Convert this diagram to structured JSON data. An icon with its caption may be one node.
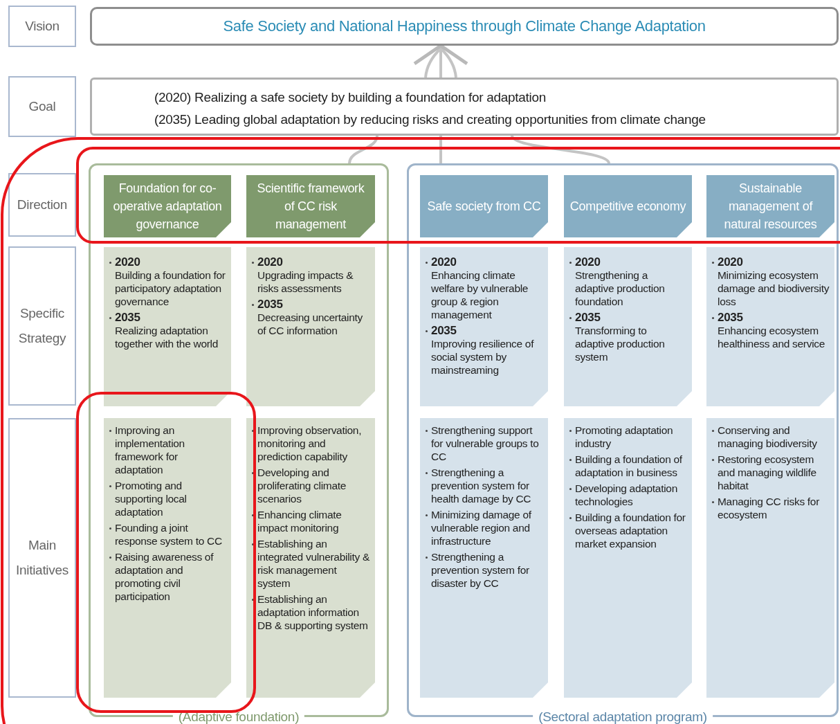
{
  "diagram": {
    "nodes": [
      {
        "text": [
          "Vision"
        ]
      },
      {
        "text": [
          "Safe Society and National Happiness through Climate Change Adaptation"
        ]
      },
      {
        "text": [
          "Goal"
        ]
      },
      {
        "text": [
          "(2020) Realizing a safe society by building a foundation for adaptation",
          "(2035) Leading global adaptation by reducing risks and creating opportunities from climate change"
        ]
      },
      {
        "text": [
          "Direction"
        ]
      },
      {
        "text": [
          "Specific Strategy"
        ]
      },
      {
        "text": [
          "Main Initiatives"
        ]
      },
      {
        "text": [
          "(Adaptive foundation)"
        ]
      },
      {
        "text": [
          "(Sectoral adaptation program)"
        ]
      },
      {
        "text": [
          "Foundation for co-operative adaptation governance"
        ],
        "in": 7
      },
      {
        "text": [
          "Scientific framework of CC risk management"
        ],
        "in": 7
      },
      {
        "text": [
          "2020",
          "Building a foundation for participatory adaptation governance",
          "2035",
          "Realizing adaptation together with the world"
        ],
        "in": 7
      },
      {
        "text": [
          "2020",
          "Upgrading impacts & risks assessments",
          "2035",
          "Decreasing uncertainty of CC information"
        ],
        "in": 7
      },
      {
        "text": [
          "Improving an implementation framework for adaptation",
          "Promoting and supporting local adaptation",
          "Founding a joint response system to CC",
          "Raising awareness of adaptation and promoting civil participation"
        ],
        "in": 7
      },
      {
        "text": [
          "Improving observation, monitoring and prediction capability",
          "Developing and proliferating climate scenarios",
          "Enhancing climate impact monitoring",
          "Establishing an integrated vulnerability & risk management system",
          "Establishing an adaptation information DB & supporting system"
        ],
        "in": 7
      },
      {
        "text": [
          "Safe society from CC"
        ],
        "in": 8
      },
      {
        "text": [
          "Competitive economy"
        ],
        "in": 8
      },
      {
        "text": [
          "Sustainable management of natural resources"
        ],
        "in": 8
      },
      {
        "text": [
          "2020",
          "Enhancing climate welfare by vulnerable group & region management",
          "2035",
          "Improving resilience of social system by mainstreaming"
        ],
        "in": 8
      },
      {
        "text": [
          "2020",
          "Strengthening a adaptive production foundation",
          "2035",
          "Transforming to adaptive production system"
        ],
        "in": 8
      },
      {
        "text": [
          "2020",
          "Minimizing ecosystem damage and biodiversity loss",
          "2035",
          "Enhancing ecosystem healthiness and service"
        ],
        "in": 8
      },
      {
        "text": [
          "Strengthening support for vulnerable groups to CC",
          "Strengthening a prevention system for health damage by CC",
          "Minimizing damage of vulnerable region and infrastructure",
          "Strengthening a prevention system for disaster by CC"
        ],
        "in": 8
      },
      {
        "text": [
          "Promoting adaptation industry",
          "Building a foundation of adaptation in business",
          "Developing adaptation technologies",
          "Building a foundation for overseas adaptation market expansion"
        ],
        "in": 8
      },
      {
        "text": [
          "Conserving and managing biodiversity",
          "Restoring ecosystem and managing wildlife habitat",
          "Managing CC risks for ecosystem"
        ],
        "in": 8
      }
    ],
    "edges": [
      {
        "from": 3,
        "to": 1,
        "arrow": "to"
      },
      {
        "from": 7,
        "to": 3,
        "arrow": "none"
      },
      {
        "from": 8,
        "to": 3,
        "arrow": "none"
      },
      {
        "from": 8,
        "to": 3,
        "arrow": "none"
      }
    ]
  }
}
